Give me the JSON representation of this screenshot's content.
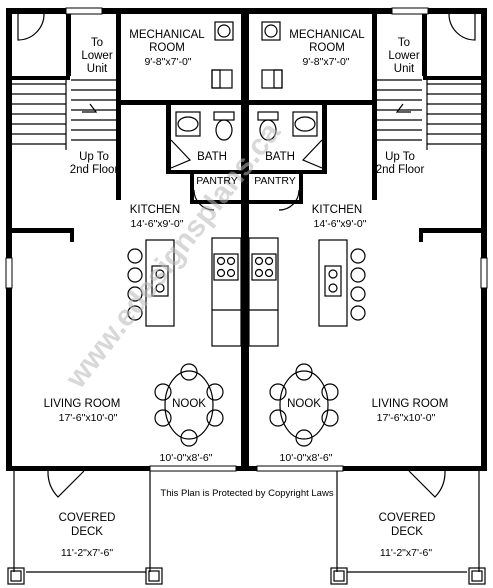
{
  "watermark": "www.edesignsplans.ca",
  "copyright": "This Plan is Protected by Copyright Laws",
  "units": {
    "left": {
      "stair_down": [
        "To",
        "Lower",
        "Unit"
      ],
      "stair_up": [
        "Up To",
        "2nd Floor"
      ],
      "mechanical": {
        "name": [
          "MECHANICAL",
          "ROOM"
        ],
        "dim": "9'-8\"x7'-0\""
      },
      "bath": "BATH",
      "pantry": "PANTRY",
      "kitchen": {
        "name": "KITCHEN",
        "dim": "14'-6\"x9'-0\""
      },
      "living": {
        "name": "LIVING ROOM",
        "dim": "17'-6\"x10'-0\""
      },
      "nook": {
        "name": "NOOK",
        "dim": "10'-0\"x8'-6\""
      },
      "deck": {
        "name": [
          "COVERED",
          "DECK"
        ],
        "dim": "11'-2\"x7'-6\""
      }
    },
    "right": {
      "stair_down": [
        "To",
        "Lower",
        "Unit"
      ],
      "stair_up": [
        "Up To",
        "2nd Floor"
      ],
      "mechanical": {
        "name": [
          "MECHANICAL",
          "ROOM"
        ],
        "dim": "9'-8\"x7'-0\""
      },
      "bath": "BATH",
      "pantry": "PANTRY",
      "kitchen": {
        "name": "KITCHEN",
        "dim": "14'-6\"x9'-0\""
      },
      "living": {
        "name": "LIVING ROOM",
        "dim": "17'-6\"x10'-0\""
      },
      "nook": {
        "name": "NOOK",
        "dim": "10'-0\"x8'-6\""
      },
      "deck": {
        "name": [
          "COVERED",
          "DECK"
        ],
        "dim": "11'-2\"x7'-6\""
      }
    }
  }
}
